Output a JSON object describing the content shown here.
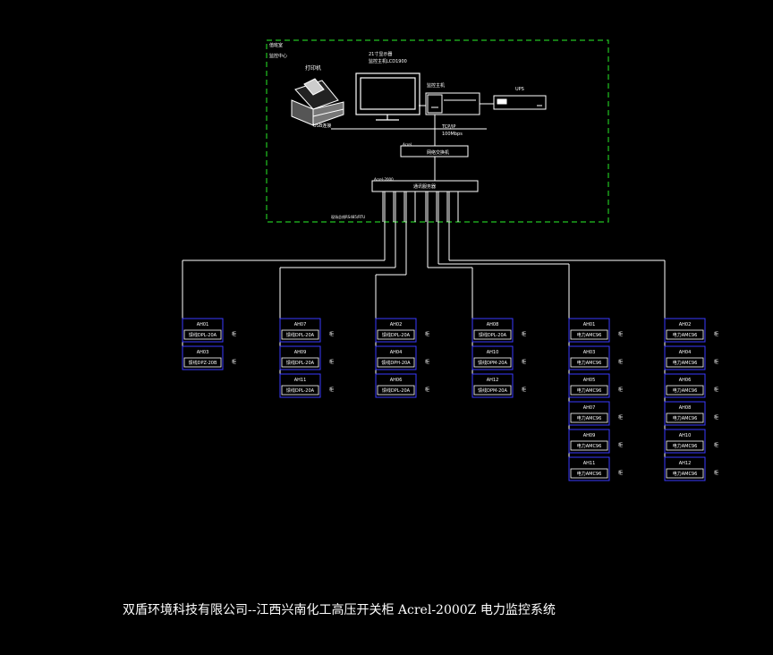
{
  "room": {
    "label1": "值班室",
    "label2": "监控中心"
  },
  "devices": {
    "printer": "打印机",
    "monitor_line1": "21寸显示器",
    "monitor_line2": "监控主机LCD1900",
    "host": "监控主机",
    "ups": "UPS",
    "usb": "USB连接",
    "tcpip": "TCP/IP",
    "bandwidth": "100Mbps",
    "switch": "网络交换机",
    "switch_tag": "Acrel",
    "server": "通讯服务器",
    "server_tag": "Acrel-2000",
    "bus": "现场总线RS485/RTU"
  },
  "groups": [
    {
      "meters": [
        {
          "title": "AH01",
          "label": "馈线DPL-20A"
        },
        {
          "title": "AH03",
          "label": "馈线DPZ-20B"
        }
      ]
    },
    {
      "meters": [
        {
          "title": "AH07",
          "label": "馈线DPL-20A"
        },
        {
          "title": "AH09",
          "label": "馈线DPL-20A"
        },
        {
          "title": "AH11",
          "label": "馈线DPL-20A"
        }
      ]
    },
    {
      "meters": [
        {
          "title": "AH02",
          "label": "馈线DPL-20A"
        },
        {
          "title": "AH04",
          "label": "馈线DPH-20A"
        },
        {
          "title": "AH06",
          "label": "馈线DPL-20A"
        }
      ]
    },
    {
      "meters": [
        {
          "title": "AH08",
          "label": "馈线DPL-20A"
        },
        {
          "title": "AH10",
          "label": "馈线DPM-20A"
        },
        {
          "title": "AH12",
          "label": "馈线DPM-20A"
        }
      ]
    },
    {
      "meters": [
        {
          "title": "AH01",
          "label": "电力AMC96"
        },
        {
          "title": "AH03",
          "label": "电力AMC96"
        },
        {
          "title": "AH05",
          "label": "电力AMC96"
        },
        {
          "title": "AH07",
          "label": "电力AMC96"
        },
        {
          "title": "AH09",
          "label": "电力AMC96"
        },
        {
          "title": "AH11",
          "label": "电力AMC96"
        }
      ]
    },
    {
      "meters": [
        {
          "title": "AH02",
          "label": "电力AMC96"
        },
        {
          "title": "AH04",
          "label": "电力AMC96"
        },
        {
          "title": "AH06",
          "label": "电力AMC96"
        },
        {
          "title": "AH08",
          "label": "电力AMC96"
        },
        {
          "title": "AH10",
          "label": "电力AMC96"
        },
        {
          "title": "AH12",
          "label": "电力AMC96"
        }
      ]
    }
  ],
  "side_mark": "柜",
  "caption": "双盾环境科技有限公司--江西兴南化工高压开关柜 Acrel-2000Z 电力监控系统",
  "colors": {
    "background": "#000000",
    "line": "#ffffff",
    "dashed_border": "#22c422",
    "meter_border": "#3a3aff"
  }
}
